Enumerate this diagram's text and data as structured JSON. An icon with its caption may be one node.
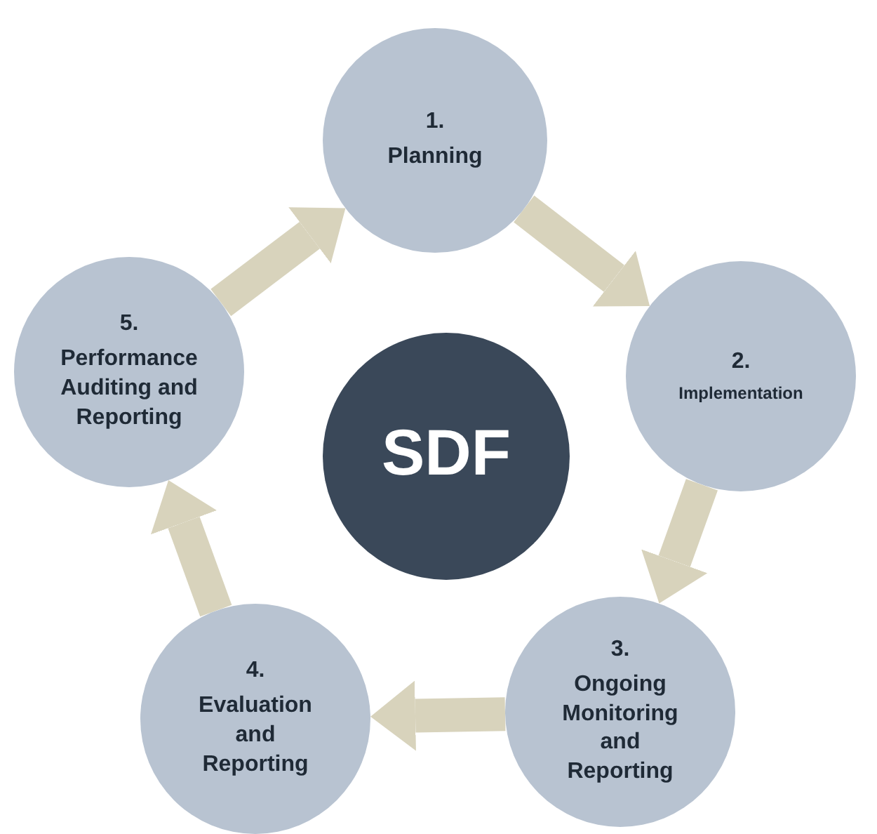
{
  "diagram": {
    "nodes": [
      {
        "text": [
          "1.",
          "Planning"
        ]
      },
      {
        "text": [
          "2.",
          "Implementation"
        ]
      },
      {
        "text": [
          "3.",
          "Ongoing Monitoring and Reporting"
        ]
      },
      {
        "text": [
          "4.",
          "Evaluation and Reporting"
        ]
      },
      {
        "text": [
          "5.",
          "Performance Auditing and Reporting"
        ]
      },
      {
        "text": [
          "SDF"
        ]
      }
    ],
    "edges": [
      {
        "from": 0,
        "to": 1,
        "arrow": "to"
      },
      {
        "from": 1,
        "to": 2,
        "arrow": "to"
      },
      {
        "from": 2,
        "to": 3,
        "arrow": "to"
      },
      {
        "from": 3,
        "to": 4,
        "arrow": "to"
      },
      {
        "from": 4,
        "to": 0,
        "arrow": "to"
      }
    ]
  }
}
